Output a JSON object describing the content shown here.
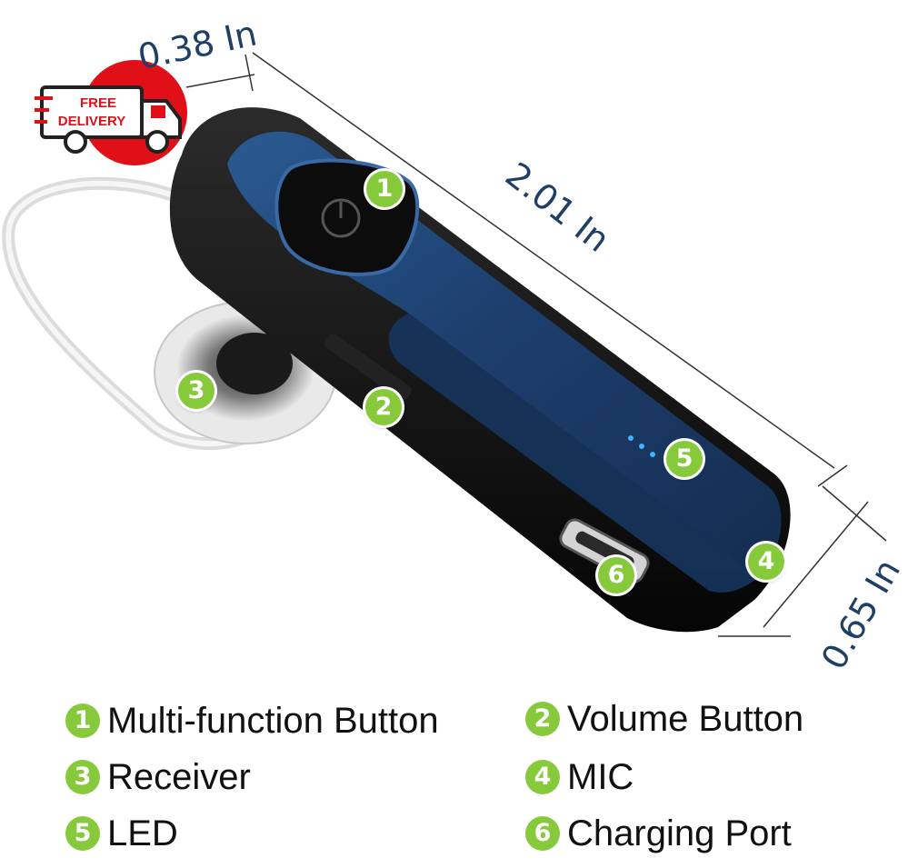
{
  "product": {
    "name": "bluetooth-headset",
    "body_color": "#1d3f6e",
    "frame_color": "#111111",
    "accent_green": "#86c93a"
  },
  "badge": {
    "line1": "FREE",
    "line2": "DELIVERY",
    "circle_color": "#e10f17"
  },
  "dimensions": {
    "width": "0.38 In",
    "length": "2.01 In",
    "height": "0.65 In"
  },
  "callouts": [
    {
      "num": "1",
      "part": "multi-function-button"
    },
    {
      "num": "2",
      "part": "volume-button"
    },
    {
      "num": "3",
      "part": "receiver"
    },
    {
      "num": "4",
      "part": "mic"
    },
    {
      "num": "5",
      "part": "led"
    },
    {
      "num": "6",
      "part": "charging-port"
    }
  ],
  "legend": [
    {
      "num": "1",
      "label": "Multi-function Button"
    },
    {
      "num": "2",
      "label": "Volume Button"
    },
    {
      "num": "3",
      "label": "Receiver"
    },
    {
      "num": "4",
      "label": "MIC"
    },
    {
      "num": "5",
      "label": "LED"
    },
    {
      "num": "6",
      "label": "Charging Port"
    }
  ]
}
